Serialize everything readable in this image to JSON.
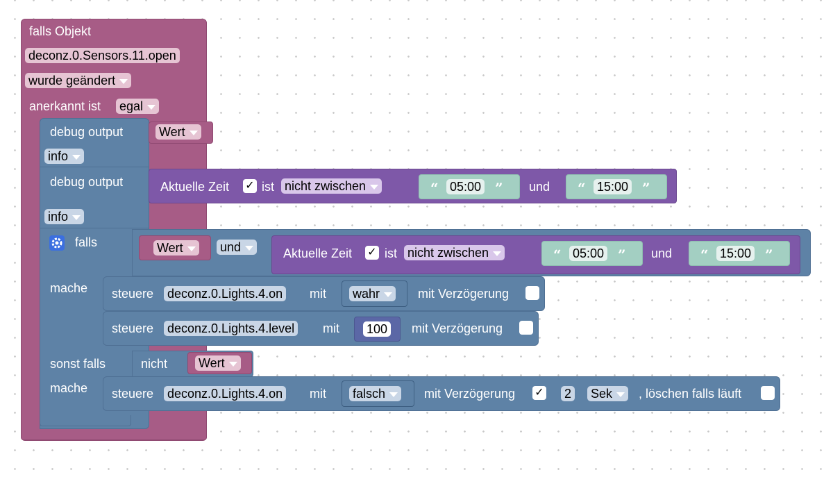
{
  "event_block": {
    "title": "falls Objekt",
    "object_id": "deconz.0.Sensors.11.open",
    "trigger": "wurde geändert",
    "ack_label": "anerkannt ist",
    "ack_value": "egal"
  },
  "debug1": {
    "label": "debug output",
    "value": "Wert",
    "level": "info"
  },
  "debug2": {
    "label": "debug output",
    "time_label": "Aktuelle Zeit",
    "check": "✓",
    "ist": "ist",
    "comparator": "nicht zwischen",
    "time_from": "05:00",
    "und": "und",
    "time_to": "15:00",
    "level": "info"
  },
  "if_block": {
    "falls": "falls",
    "wert": "Wert",
    "logic_op": "und",
    "time_label": "Aktuelle Zeit",
    "check": "✓",
    "ist": "ist",
    "comparator": "nicht zwischen",
    "time_from": "05:00",
    "und": "und",
    "time_to": "15:00",
    "mache": "mache",
    "sonst_falls": "sonst falls",
    "nicht": "nicht",
    "wert2": "Wert",
    "mache2": "mache"
  },
  "control1": {
    "steuere": "steuere",
    "object_id": "deconz.0.Lights.4.on",
    "mit": "mit",
    "value": "wahr",
    "delay_label": "mit Verzögerung"
  },
  "control2": {
    "steuere": "steuere",
    "object_id": "deconz.0.Lights.4.level",
    "mit": "mit",
    "value": "100",
    "delay_label": "mit Verzögerung"
  },
  "control3": {
    "steuere": "steuere",
    "object_id": "deconz.0.Lights.4.on",
    "mit": "mit",
    "value": "falsch",
    "delay_label": "mit Verzögerung",
    "check": "✓",
    "delay_value": "2",
    "unit": "Sek",
    "clear_label": ", löschen falls läuft"
  },
  "quote_open": "“",
  "quote_close": "”",
  "icons": {
    "gear": "gear-icon",
    "dropdown": "chevron-down-icon"
  },
  "colors": {
    "event_block": "#a75c86",
    "debug_block": "#5e82a6",
    "time_block": "#7e58a8",
    "text_block": "#a3cfc2"
  }
}
